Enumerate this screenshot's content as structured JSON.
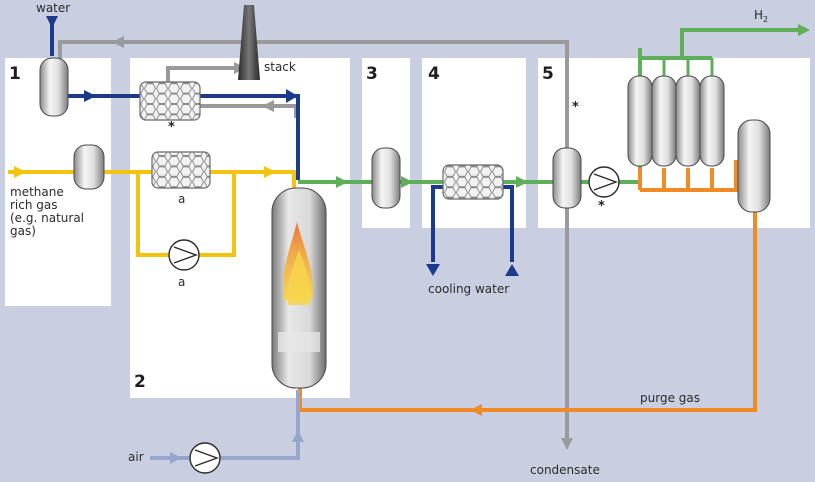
{
  "labels": {
    "water": "water",
    "stack": "stack",
    "methane_rich_gas": "methane\nrich gas\n(e.g. natural\ngas)",
    "cooling_water": "cooling water",
    "condensate": "condensate",
    "air": "air",
    "purge_gas": "purge gas",
    "h2_main": "H",
    "h2_sub": "2",
    "item_a_upper": "a",
    "item_a_lower": "a",
    "star_hx": "*",
    "star_condensate": "*",
    "star_pump": "*"
  },
  "sections": [
    "1",
    "2",
    "3",
    "4",
    "5"
  ],
  "colors": {
    "background": "#c9cfe0",
    "section_fill": "#ffffff",
    "water_line": "#1b3a8c",
    "gas_line": "#f2c40f",
    "process_line": "#5fae5a",
    "purge_line": "#f08a24",
    "grey_line": "#9a9a9a",
    "air_line": "#96a6cc"
  },
  "icons": [
    "vessel-icon",
    "heat-exchanger-icon",
    "pump-icon",
    "stack-icon",
    "flame-icon",
    "arrow-icon"
  ]
}
